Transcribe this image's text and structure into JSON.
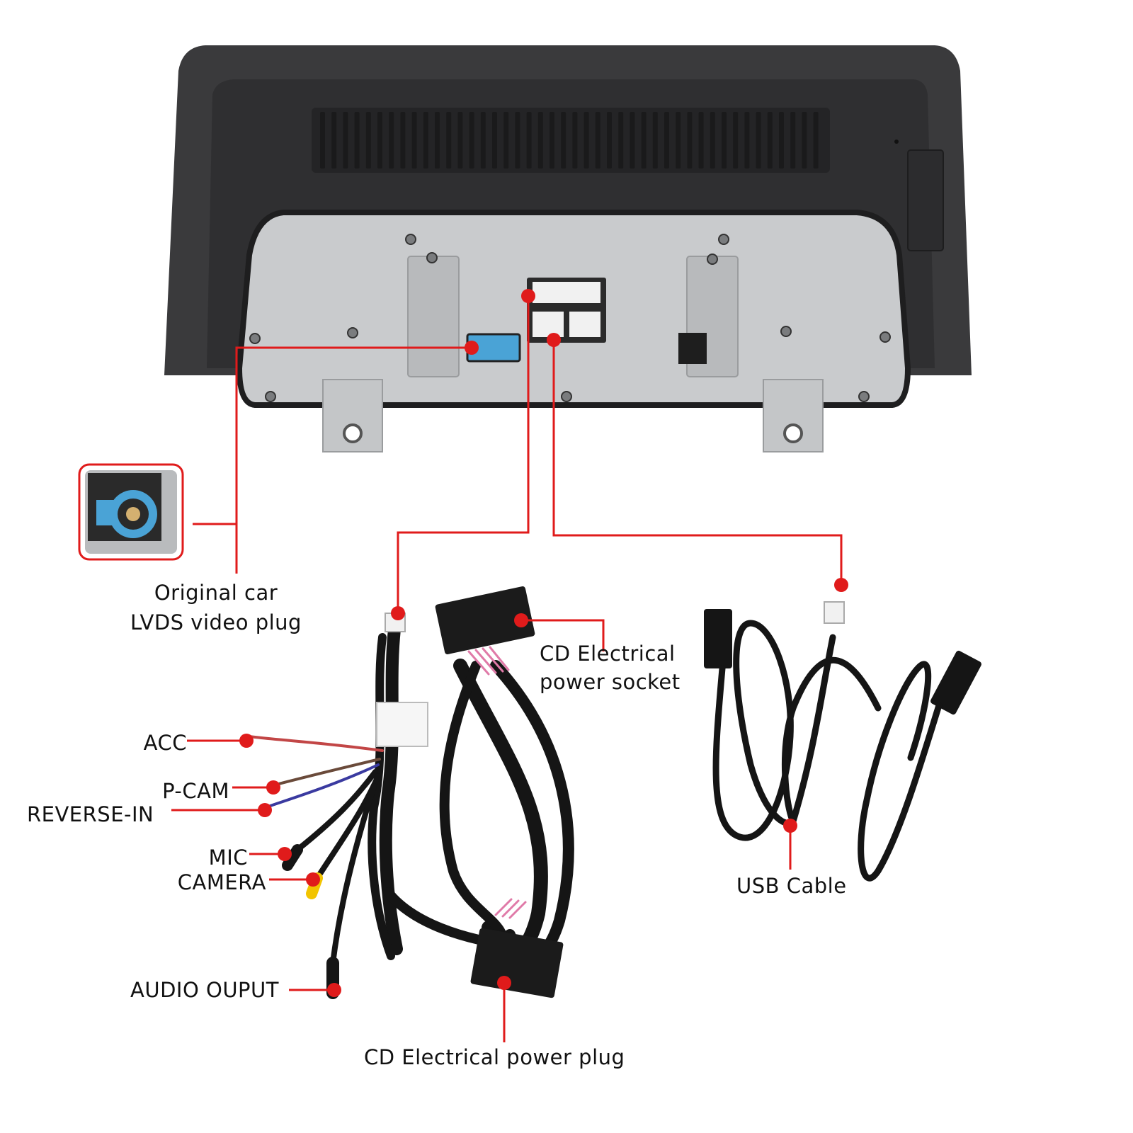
{
  "labels": {
    "lvds_line1": "Original car",
    "lvds_line2": "LVDS video plug",
    "cd_socket_line1": "CD Electrical",
    "cd_socket_line2": "power socket",
    "acc": "ACC",
    "pcam": "P-CAM",
    "reverse_in": "REVERSE-IN",
    "mic": "MIC",
    "camera": "CAMERA",
    "audio_output": "AUDIO OUPUT",
    "cd_plug": "CD Electrical power plug",
    "usb_cable": "USB Cable"
  },
  "colors": {
    "callout": "#e01b1b",
    "unit_body": "#3a3a3c",
    "unit_edge": "#2a2a2c",
    "back_plate": "#c9cbcd",
    "lvds_connector": "#4aa3d6",
    "cable": "#151515",
    "pink_wire": "#e07aa8",
    "rca_yellow": "#f2c400",
    "label_text": "#111111"
  }
}
